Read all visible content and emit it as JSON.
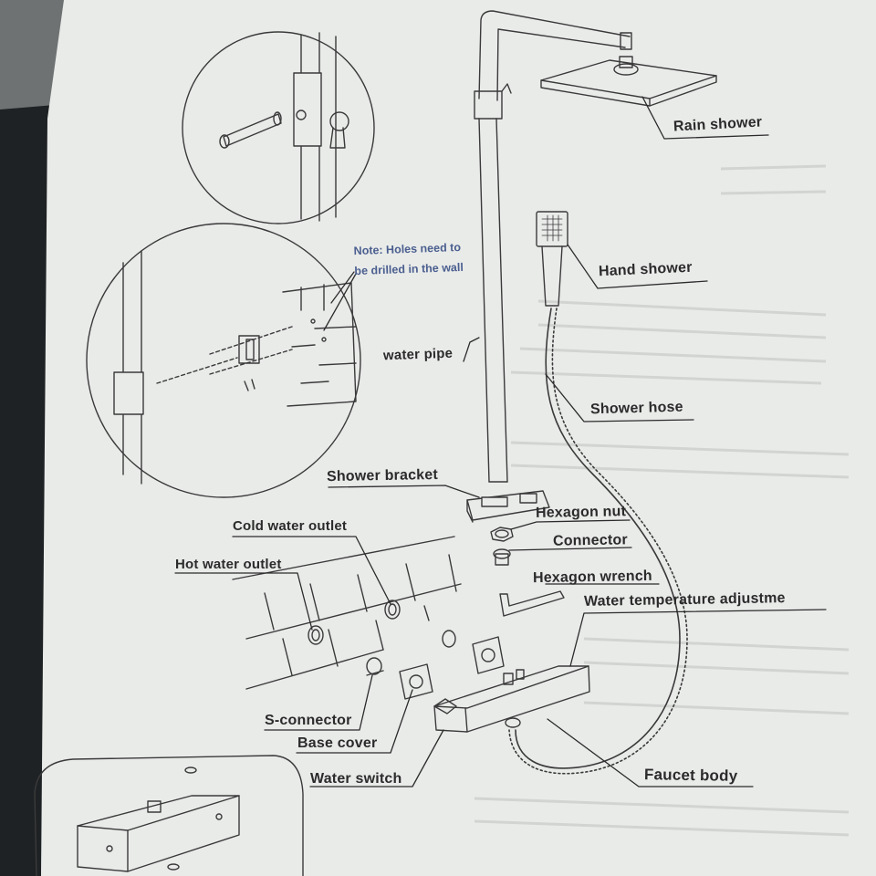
{
  "labels": {
    "rain_shower": "Rain shower",
    "hand_shower": "Hand shower",
    "water_pipe": "water pipe",
    "shower_hose": "Shower hose",
    "shower_bracket": "Shower bracket",
    "hexagon_nut": "Hexagon nut",
    "connector": "Connector",
    "hexagon_wrench": "Hexagon wrench",
    "water_temperature_adjust": "Water temperature adjustme",
    "cold_water_outlet": "Cold water outlet",
    "hot_water_outlet": "Hot water outlet",
    "s_connector": "S-connector",
    "base_cover": "Base cover",
    "water_switch": "Water switch",
    "faucet_body": "Faucet body"
  },
  "note": {
    "line1": "Note: Holes need to",
    "line2": "be drilled in the wall"
  },
  "colors": {
    "paper": "#e9ebe9",
    "ink": "#2b2b2b",
    "note_ink": "#4b5f8f",
    "background": "#6f7273"
  }
}
